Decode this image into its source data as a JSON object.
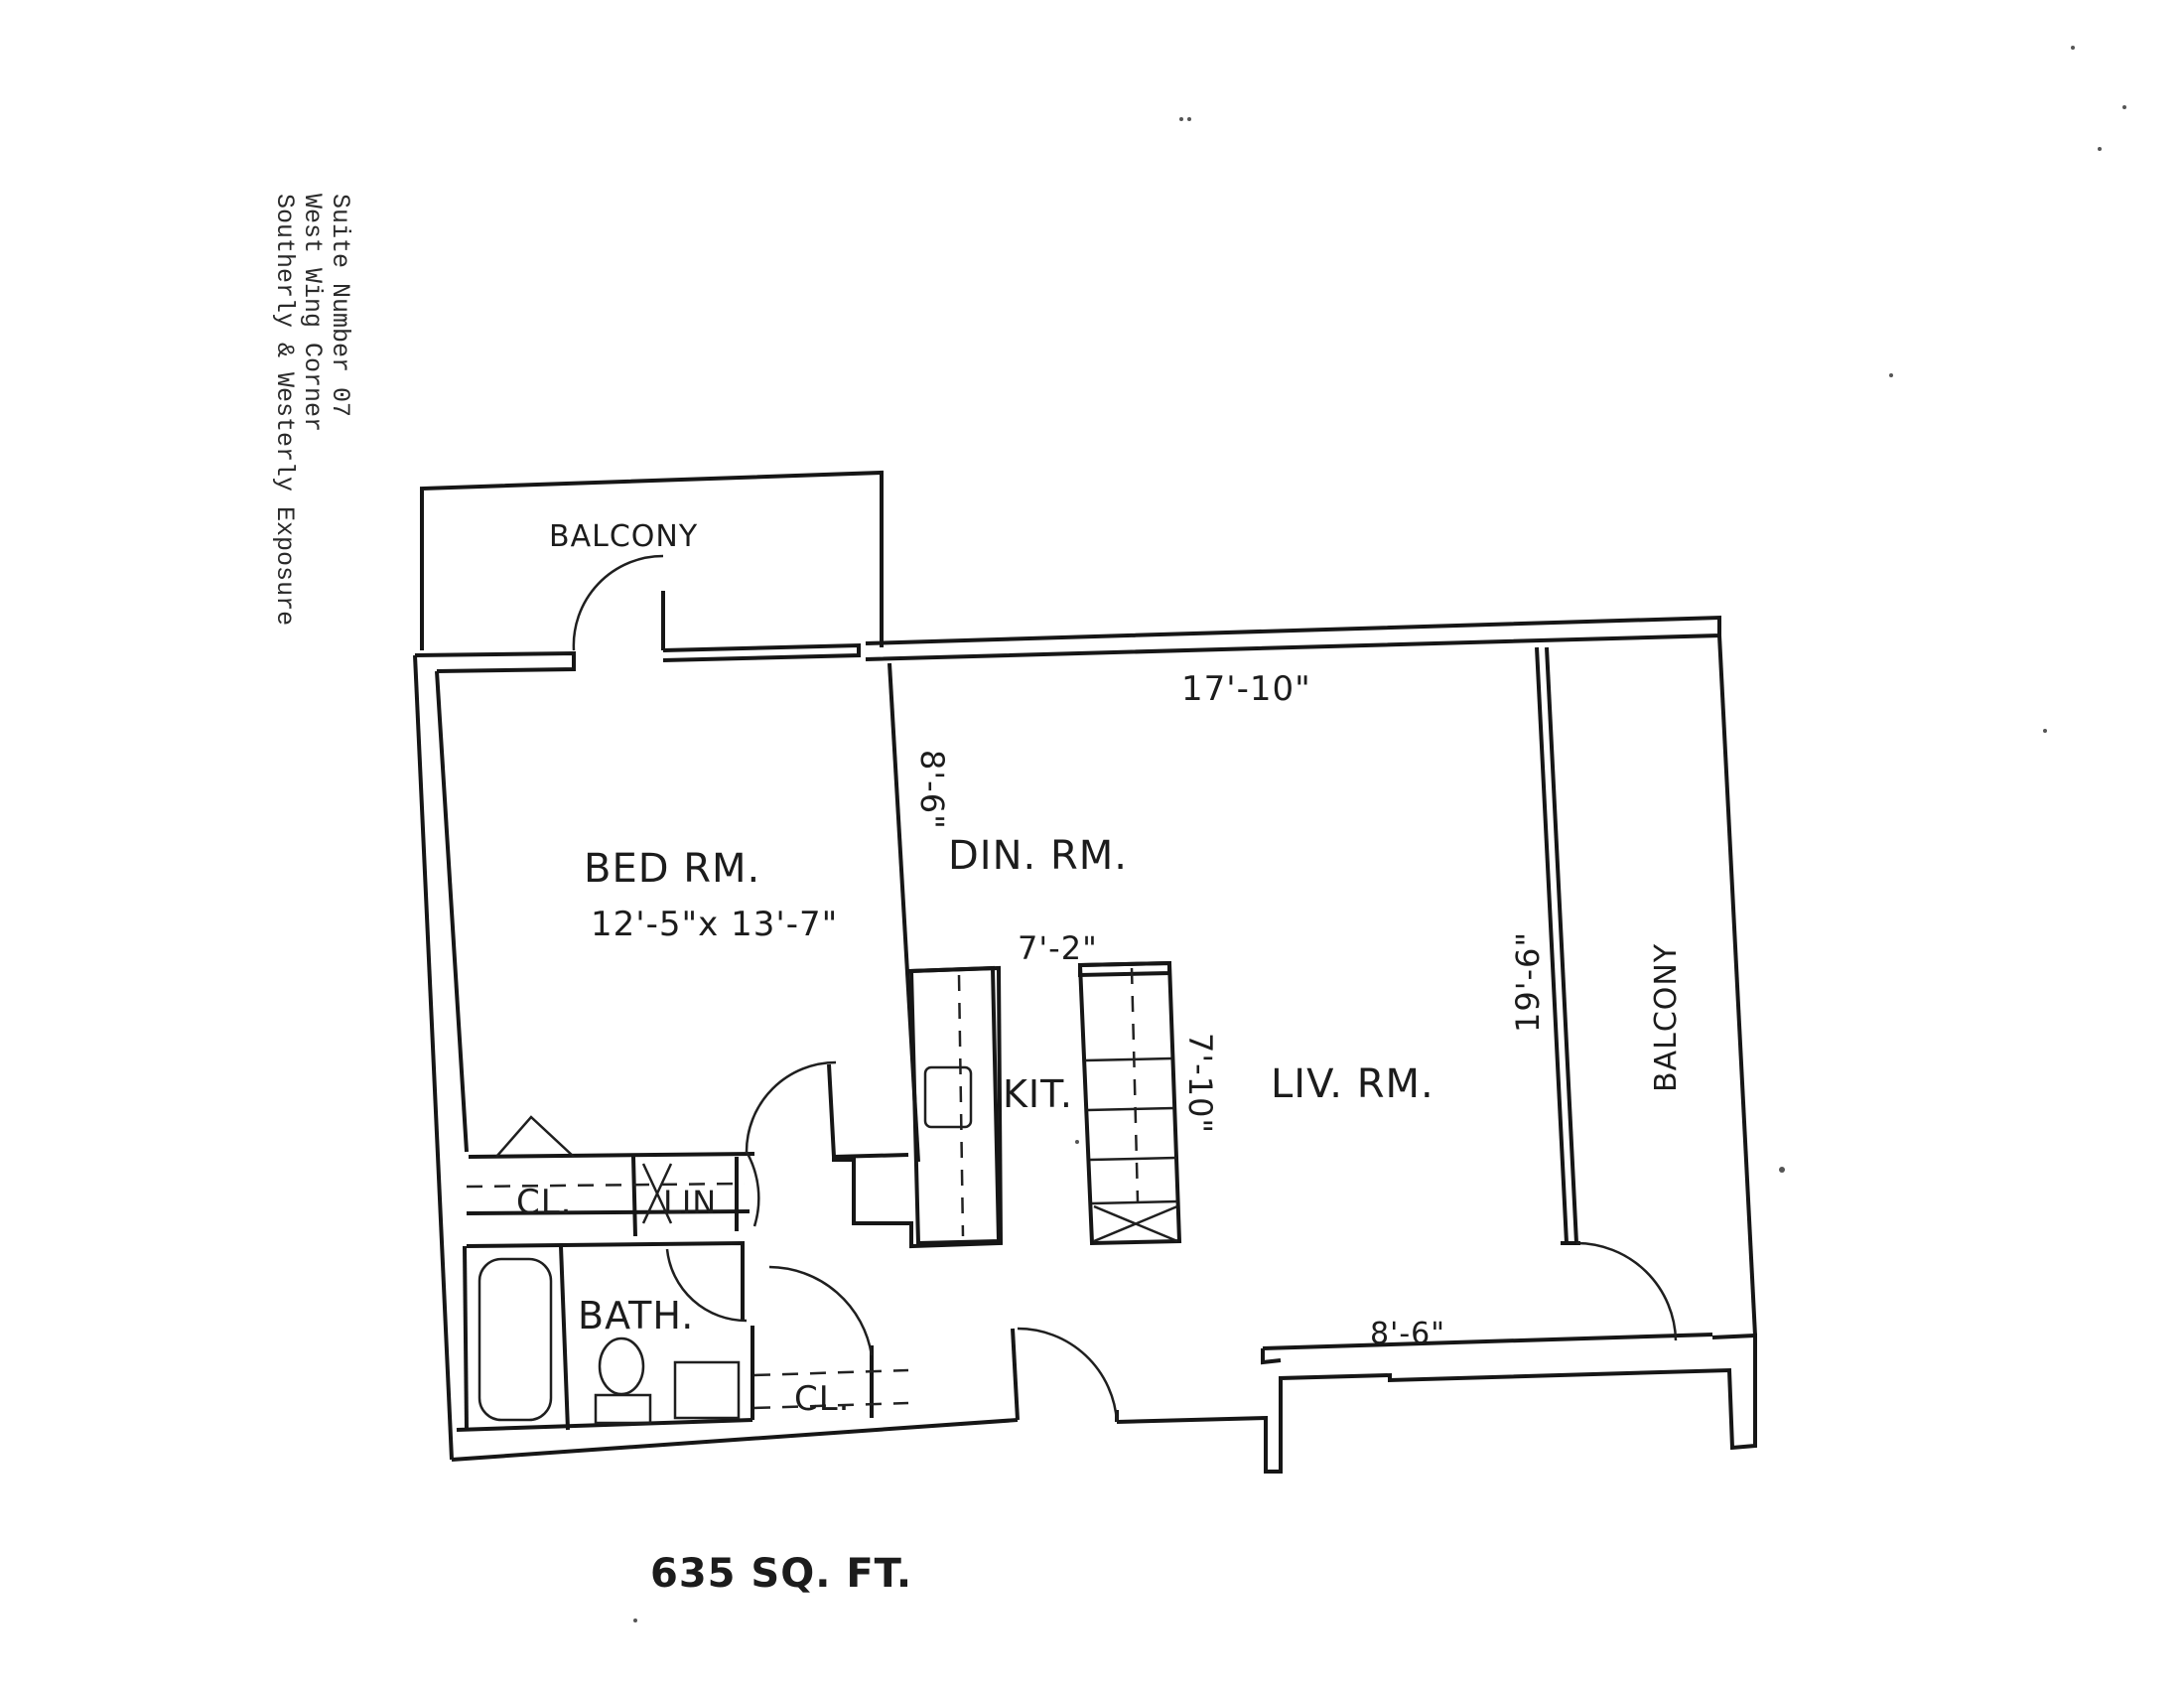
{
  "notes": {
    "line1": "Suite Number 07",
    "line2": "West Wing Corner",
    "line3": "Southerly & Westerly Exposure"
  },
  "rooms": {
    "balcony_top": "BALCONY",
    "balcony_right": "BALCONY",
    "bedroom": "BED RM.",
    "bedroom_size": "12'-5\"x 13'-7\"",
    "dining": "DIN. RM.",
    "kitchen": "KIT.",
    "living": "LIV. RM.",
    "bath": "BATH.",
    "closet_bed": "CL.",
    "closet_hall": "CL.",
    "linen": "LIN"
  },
  "dimensions": {
    "top_width": "17'-10\"",
    "dining_depth": "8'-6\"",
    "kitchen_width": "7'-2\"",
    "kitchen_depth": "7'-10\"",
    "living_depth": "19'-6\"",
    "bottom_width": "8'-6\""
  },
  "area": "635 SQ. FT."
}
